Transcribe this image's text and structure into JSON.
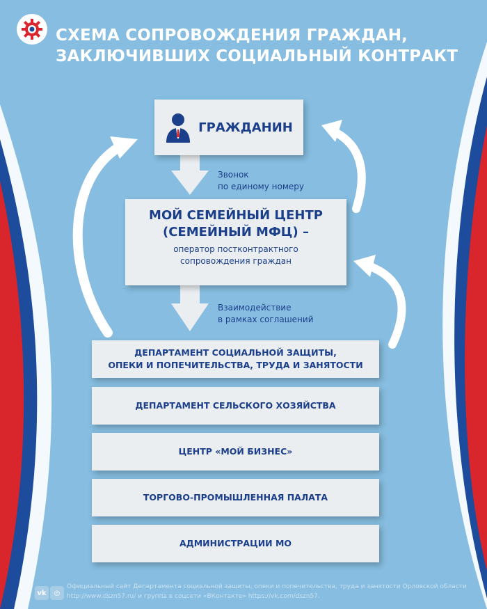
{
  "title": {
    "line1": "СХЕМА СОПРОВОЖДЕНИЯ ГРАЖДАН,",
    "line2": "ЗАКЛЮЧИВШИХ СОЦИАЛЬНЫЙ КОНТРАКТ"
  },
  "citizen": {
    "label": "ГРАЖДАНИН",
    "icon": "person-icon"
  },
  "call_note": {
    "line1": "Звонок",
    "line2": "по единому номеру"
  },
  "mfc": {
    "title_line1": "МОЙ СЕМЕЙНЫЙ ЦЕНТР",
    "title_line2": "(СЕМЕЙНЫЙ МФЦ) –",
    "sub_line1": "оператор постконтрактного",
    "sub_line2": "сопровождения граждан"
  },
  "interaction_note": {
    "line1": "Взаимодействие",
    "line2": "в рамках соглашений"
  },
  "departments": [
    {
      "line1": "ДЕПАРТАМЕНТ СОЦИАЛЬНОЙ ЗАЩИТЫ,",
      "line2": "ОПЕКИ И ПОПЕЧИТЕЛЬСТВА, ТРУДА И ЗАНЯТОСТИ"
    },
    {
      "line1": "ДЕПАРТАМЕНТ СЕЛЬСКОГО ХОЗЯЙСТВА"
    },
    {
      "line1": "ЦЕНТР «МОЙ БИЗНЕС»"
    },
    {
      "line1": "ТОРГОВО-ПРОМЫШЛЕННАЯ ПАЛАТА"
    },
    {
      "line1": "АДМИНИСТРАЦИИ МО"
    }
  ],
  "footer": {
    "line1": "Официальный сайт Департамента социальной защиты, опеки и попечительства, труда и занятости Орловской области",
    "line2": "http://www.dszn57.ru/ и группа в соцсети «ВКонтакте» https://vk.com/dszn57."
  },
  "colors": {
    "background": "#86bde0",
    "navy": "#1b3f8a",
    "red": "#d9262c",
    "box": "#ebeef1"
  }
}
